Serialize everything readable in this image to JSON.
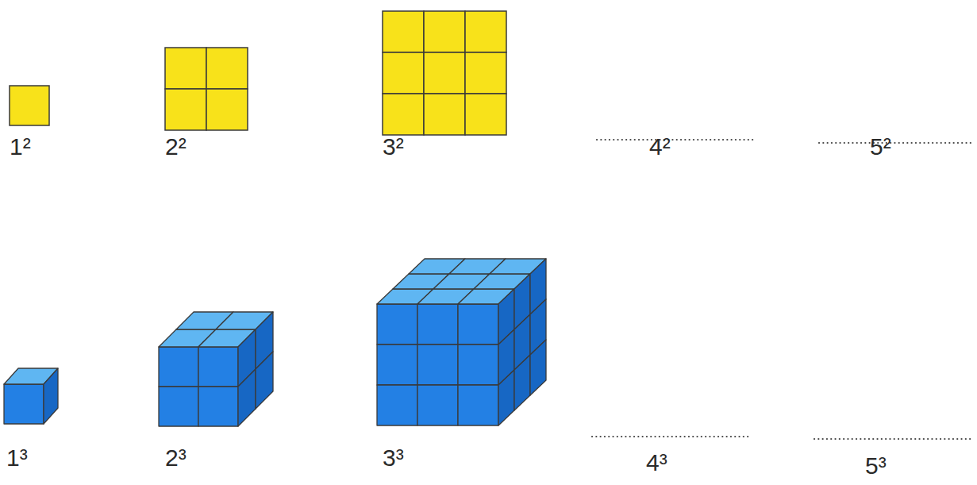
{
  "diagram": {
    "labels": [
      "1²",
      "2²",
      "3²",
      "4²",
      "5²",
      "1³",
      "2³",
      "3³",
      "4³",
      "5³"
    ]
  }
}
